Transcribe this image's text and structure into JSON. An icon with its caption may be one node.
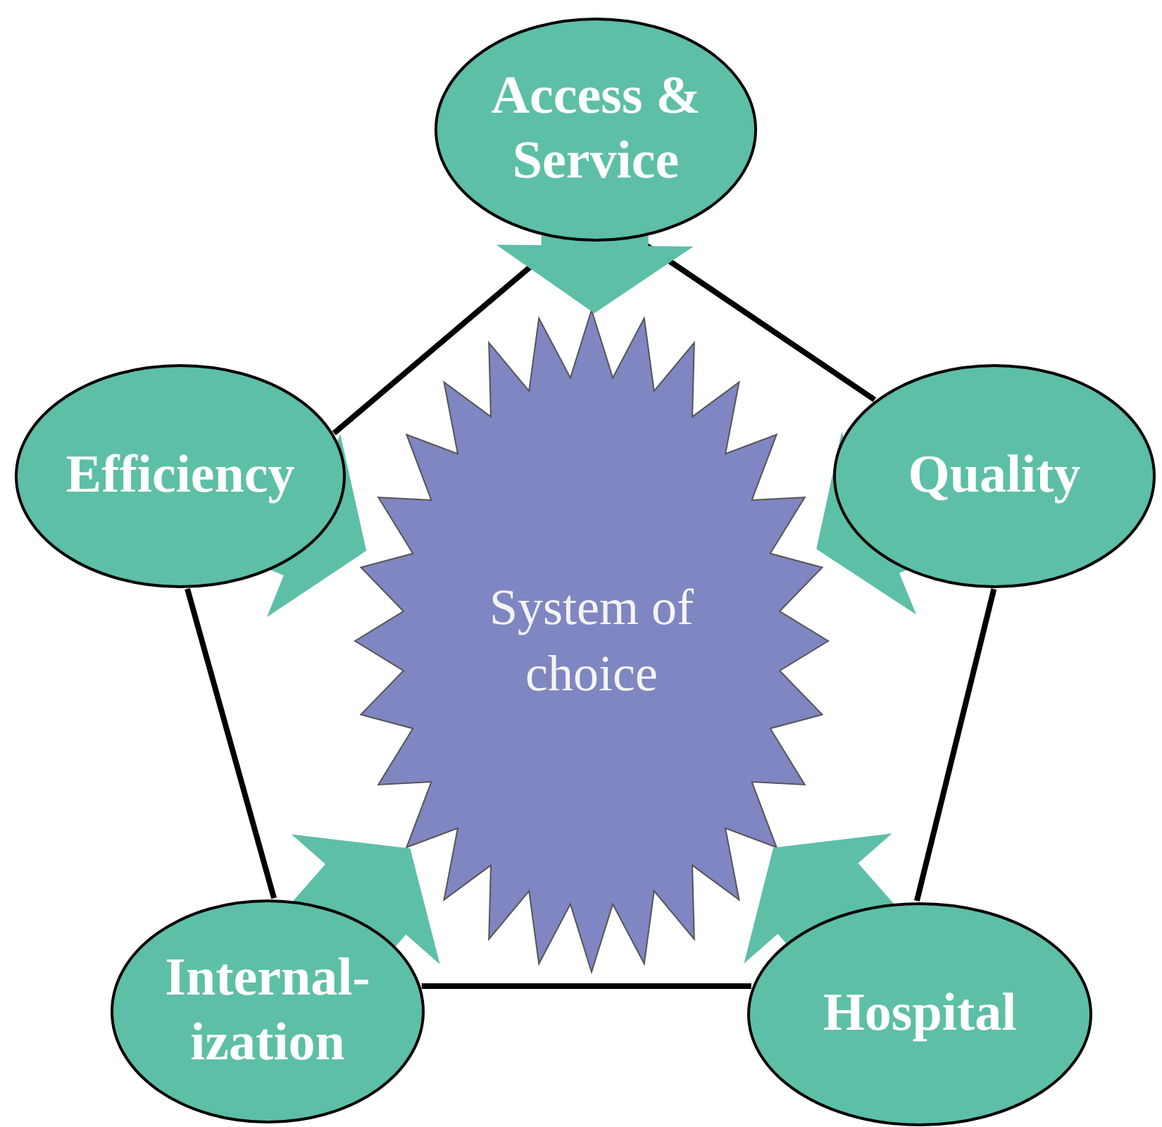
{
  "diagram": {
    "nodes": [
      {
        "text": [
          "Access & Service"
        ]
      },
      {
        "text": [
          "Quality"
        ]
      },
      {
        "text": [
          "Hospital"
        ]
      },
      {
        "text": [
          "Internal-ization"
        ]
      },
      {
        "text": [
          "Efficiency"
        ]
      },
      {
        "text": [
          "System of choice"
        ]
      }
    ],
    "edges": [
      {
        "from": 0,
        "to": 1,
        "arrow": "none"
      },
      {
        "from": 1,
        "to": 2,
        "arrow": "none"
      },
      {
        "from": 2,
        "to": 3,
        "arrow": "none"
      },
      {
        "from": 3,
        "to": 4,
        "arrow": "none"
      },
      {
        "from": 4,
        "to": 0,
        "arrow": "none"
      },
      {
        "from": 0,
        "to": 5,
        "arrow": "to",
        "style": "thick",
        "color": "#5dbfa6"
      },
      {
        "from": 1,
        "to": 5,
        "arrow": "to",
        "style": "thick",
        "color": "#5dbfa6"
      },
      {
        "from": 2,
        "to": 5,
        "arrow": "to",
        "style": "thick",
        "color": "#5dbfa6"
      },
      {
        "from": 3,
        "to": 5,
        "arrow": "to",
        "style": "thick",
        "color": "#5dbfa6"
      },
      {
        "from": 4,
        "to": 5,
        "arrow": "to",
        "style": "thick",
        "color": "#5dbfa6"
      }
    ]
  }
}
